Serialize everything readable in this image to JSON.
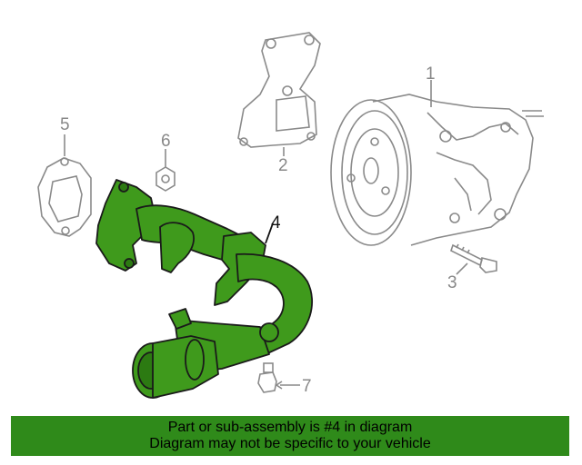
{
  "callouts": {
    "c1": "1",
    "c2": "2",
    "c3": "3",
    "c4": "4",
    "c5": "5",
    "c6": "6",
    "c7": "7"
  },
  "banner": {
    "line1": "Part or sub-assembly is #4 in diagram",
    "line2": "Diagram may not be specific to your vehicle"
  },
  "colors": {
    "highlight_part": "#3f9a1c",
    "highlight_outline": "#1a1a1a",
    "other_parts_outline": "#8a8a8a",
    "banner_background": "#2f8a1a"
  }
}
